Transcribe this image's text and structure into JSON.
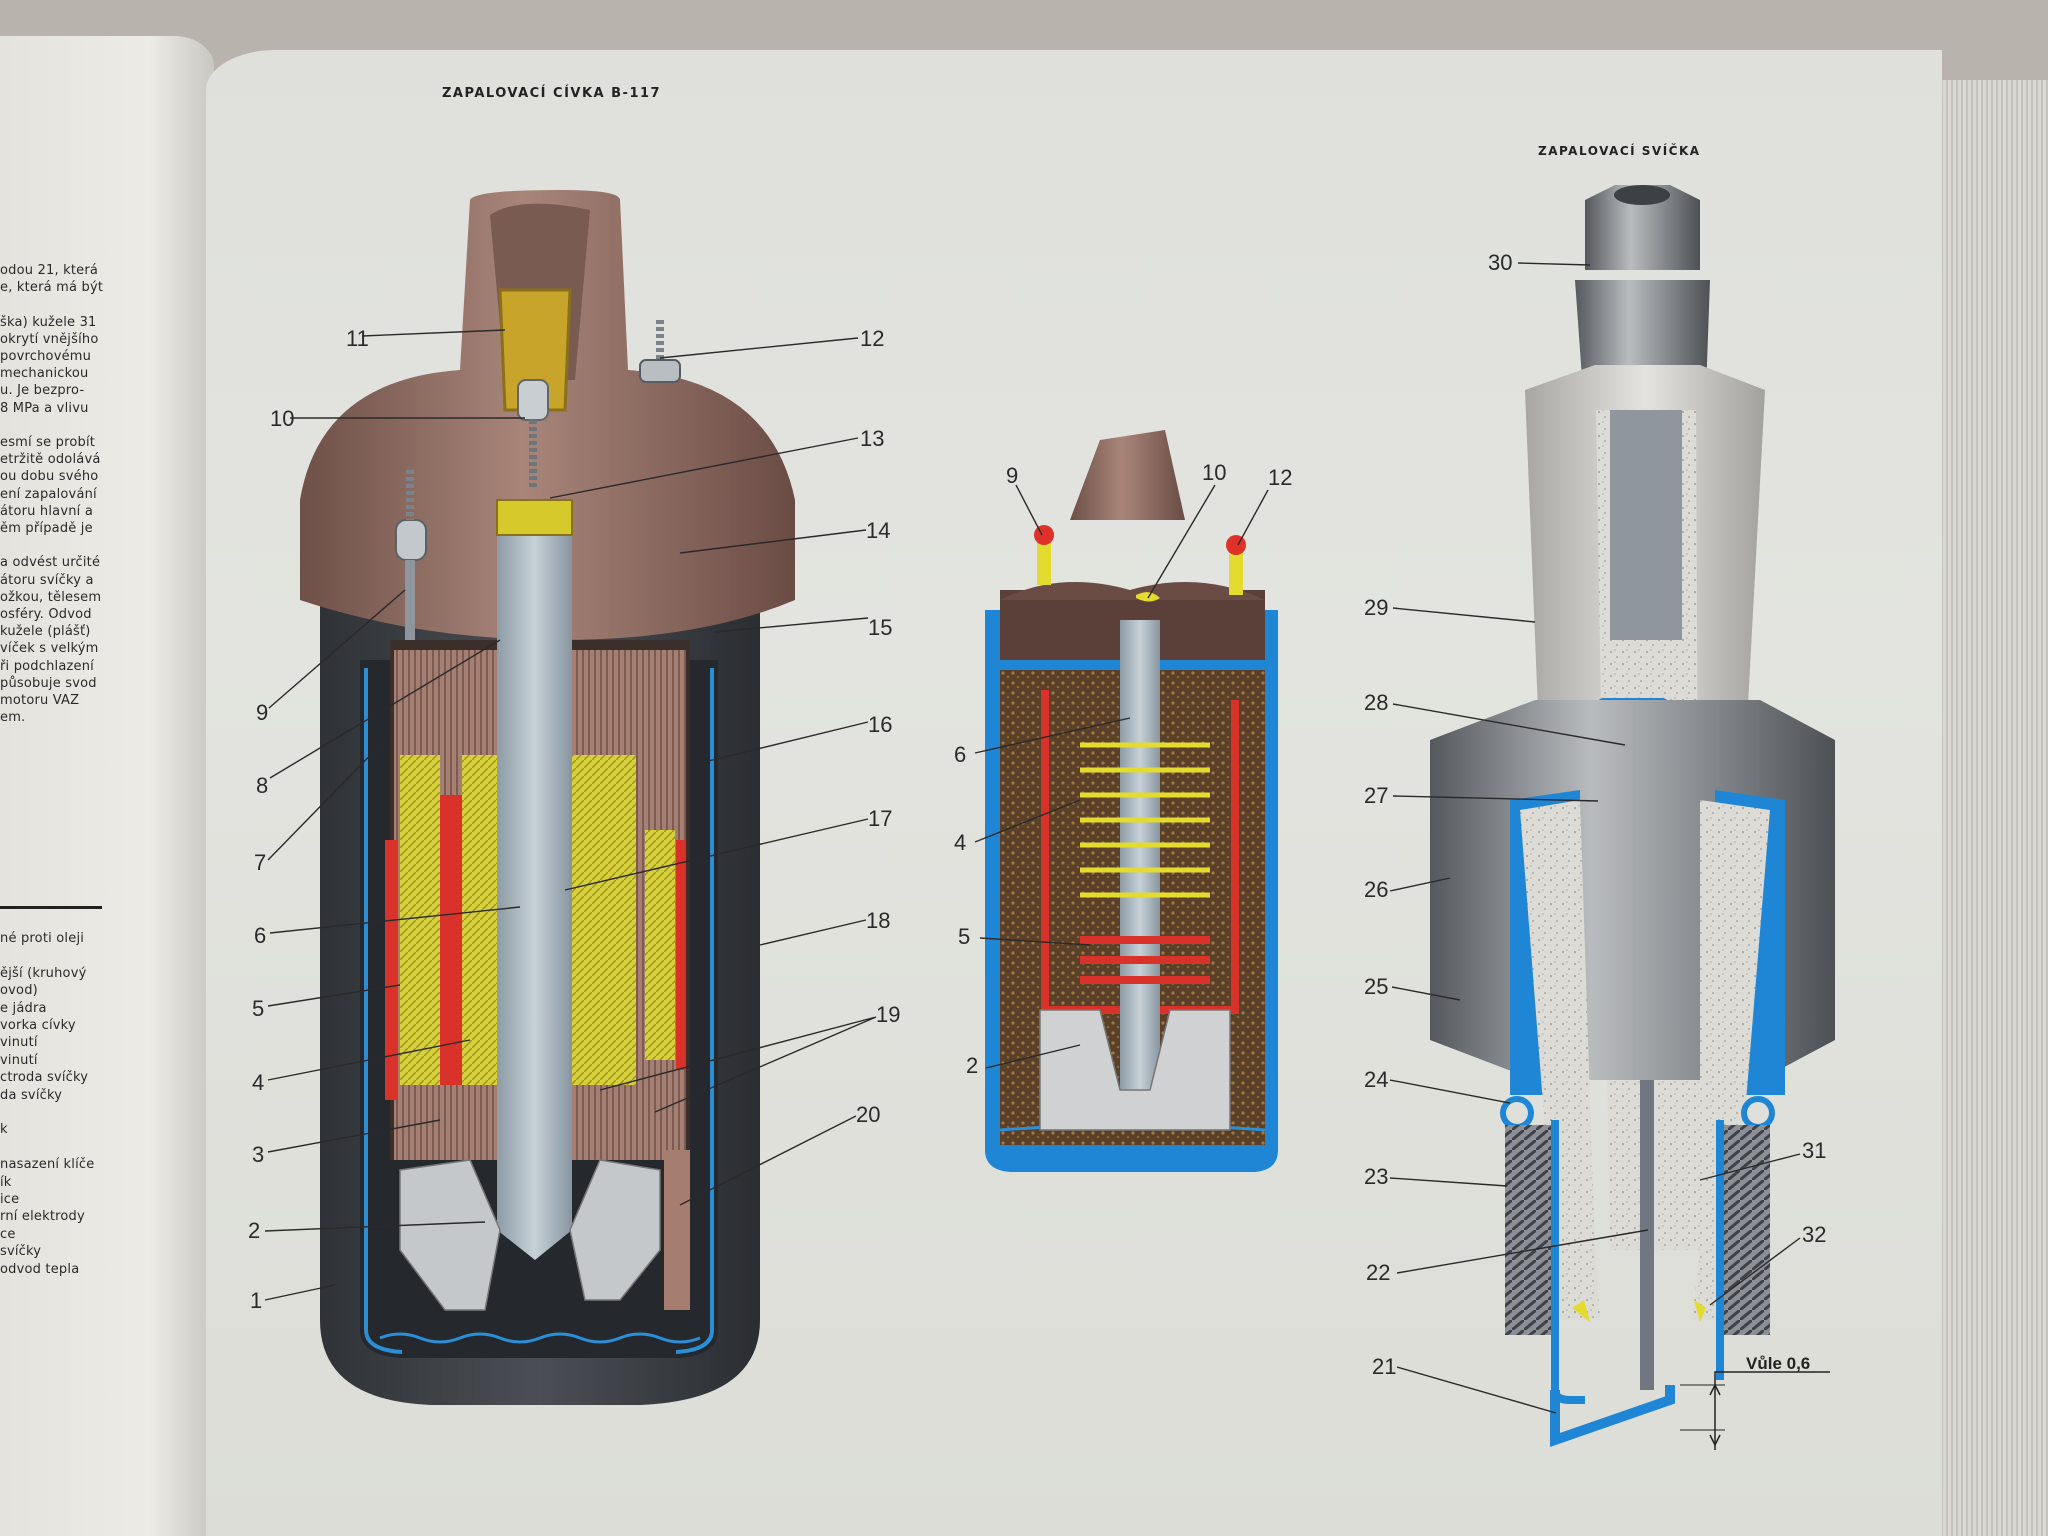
{
  "left_page": {
    "lines": [
      "odou 21, která",
      "e, která má být",
      "",
      "ška) kužele 31",
      "okrytí vnějšího",
      "povrchovému",
      "mechanickou",
      "u. Je bezpro-",
      "8 MPa a vlivu",
      "",
      "esmí se probít",
      "etržitě odolává",
      "ou dobu svého",
      "ení zapalování",
      "átoru hlavní a",
      "ěm případě je",
      "",
      "a odvést určité",
      "átoru svíčky a",
      "ožkou, tělesem",
      "osféry. Odvod",
      "kužele (plášť)",
      "víček s velkým",
      "ři podchlazení",
      "působuje svod",
      "motoru VAZ",
      "em."
    ],
    "legend_lines": [
      "né proti oleji",
      "",
      "ější (kruhový",
      "ovod)",
      "e jádra",
      "vorka cívky",
      "vinutí",
      "vinutí",
      "ctroda svíčky",
      "da svíčky",
      "",
      "k",
      "",
      "nasazení klíče",
      "ík",
      "ice",
      "rní elektrody",
      "ce",
      "svíčky",
      "odvod tepla"
    ]
  },
  "titles": {
    "coil": "ZAPALOVACÍ CÍVKA B-117",
    "plug": "ZAPALOVACÍ SVÍČKA"
  },
  "coil_labels": [
    "11",
    "10",
    "12",
    "13",
    "14",
    "15",
    "16",
    "17",
    "18",
    "19",
    "20",
    "9",
    "8",
    "7",
    "6",
    "5",
    "4",
    "3",
    "2",
    "1"
  ],
  "small_coil_labels": [
    "9",
    "10",
    "12",
    "6",
    "4",
    "5",
    "2"
  ],
  "plug_labels": [
    "30",
    "29",
    "28",
    "27",
    "26",
    "25",
    "24",
    "23",
    "22",
    "21",
    "31",
    "32"
  ],
  "gap_label": "Vůle 0,6",
  "colors": {
    "brown": "#8a6a60",
    "steel": "#a9b6c0",
    "yellow": "#e3dc2e",
    "red": "#d8322b",
    "blue": "#2a8fd6",
    "dark": "#3a3e44",
    "porcelain": "#d7d6d2"
  }
}
